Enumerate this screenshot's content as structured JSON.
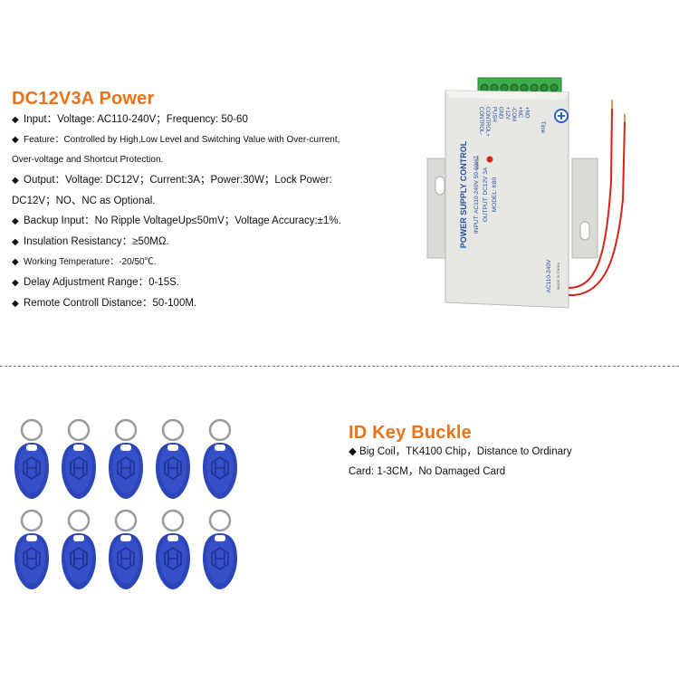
{
  "power": {
    "title": "DC12V3A Power",
    "specs": [
      {
        "text": "Input：Voltage: AC110-240V；Frequency: 50-60",
        "small": false
      },
      {
        "text": "Feature：Controlled by High,Low Level and Switching Value with Over-current,",
        "small": true
      },
      {
        "text": "Over-voltage and Shortcut Protection.",
        "small": true,
        "cont": true
      },
      {
        "text": "Output：Voltage: DC12V；Current:3A；Power:30W；Lock Power:",
        "small": false
      },
      {
        "text": "DC12V；NO、NC as Optional.",
        "small": false,
        "cont": true
      },
      {
        "text": "Backup Input：No Ripple VoltageUp≤50mV；Voltage Accuracy:±1%.",
        "small": false
      },
      {
        "text": "Insulation Resistancy：≥50MΩ.",
        "small": false
      },
      {
        "text": "Working Temperature：-20/50℃.",
        "small": true
      },
      {
        "text": "Delay Adjustment Range：0-15S.",
        "small": false
      },
      {
        "text": "Remote Controll Distance：50-100M.",
        "small": false
      }
    ],
    "bullet": "◆",
    "device": {
      "terminals": [
        "CONTROL-",
        "CONTROL+",
        "PUSH",
        "GND",
        "+12V",
        "-COM",
        "+NC",
        "+NO"
      ],
      "time_label": "Time",
      "power_label": "POWER",
      "product_name": "POWER SUPPLY CONTROL",
      "input": "INPUT: AC110-240V  50-60HZ",
      "output": "OUTPUT: DC12V  3A",
      "model": "MODEL: K80",
      "ac": "AC110-240V",
      "made": "MADE IN CHINA"
    }
  },
  "keys": {
    "title": "ID Key Buckle",
    "desc_line1": "◆ Big Coil，TK4100 Chip，Distance to Ordinary",
    "desc_line2": "Card: 1-3CM，No Damaged Card",
    "fob_color": "#2c45b8"
  }
}
